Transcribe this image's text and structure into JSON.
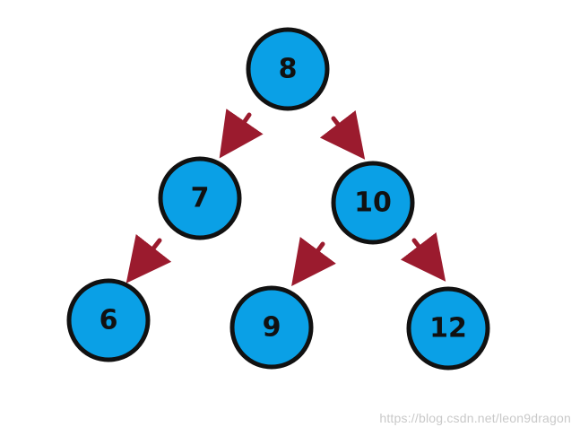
{
  "colors": {
    "node_fill": "#0aa0e6",
    "node_stroke": "#111111",
    "arrow": "#9b1b2e",
    "watermark": "#c9c9c9"
  },
  "tree": {
    "nodes": [
      {
        "id": "n8",
        "label": "8"
      },
      {
        "id": "n7",
        "label": "7"
      },
      {
        "id": "n10",
        "label": "10"
      },
      {
        "id": "n6",
        "label": "6"
      },
      {
        "id": "n9",
        "label": "9"
      },
      {
        "id": "n12",
        "label": "12"
      }
    ],
    "edges": [
      {
        "from": "n8",
        "to": "n7"
      },
      {
        "from": "n8",
        "to": "n10"
      },
      {
        "from": "n7",
        "to": "n6"
      },
      {
        "from": "n10",
        "to": "n9"
      },
      {
        "from": "n10",
        "to": "n12"
      }
    ]
  },
  "watermark": {
    "text": "https://blog.csdn.net/leon9dragon"
  }
}
